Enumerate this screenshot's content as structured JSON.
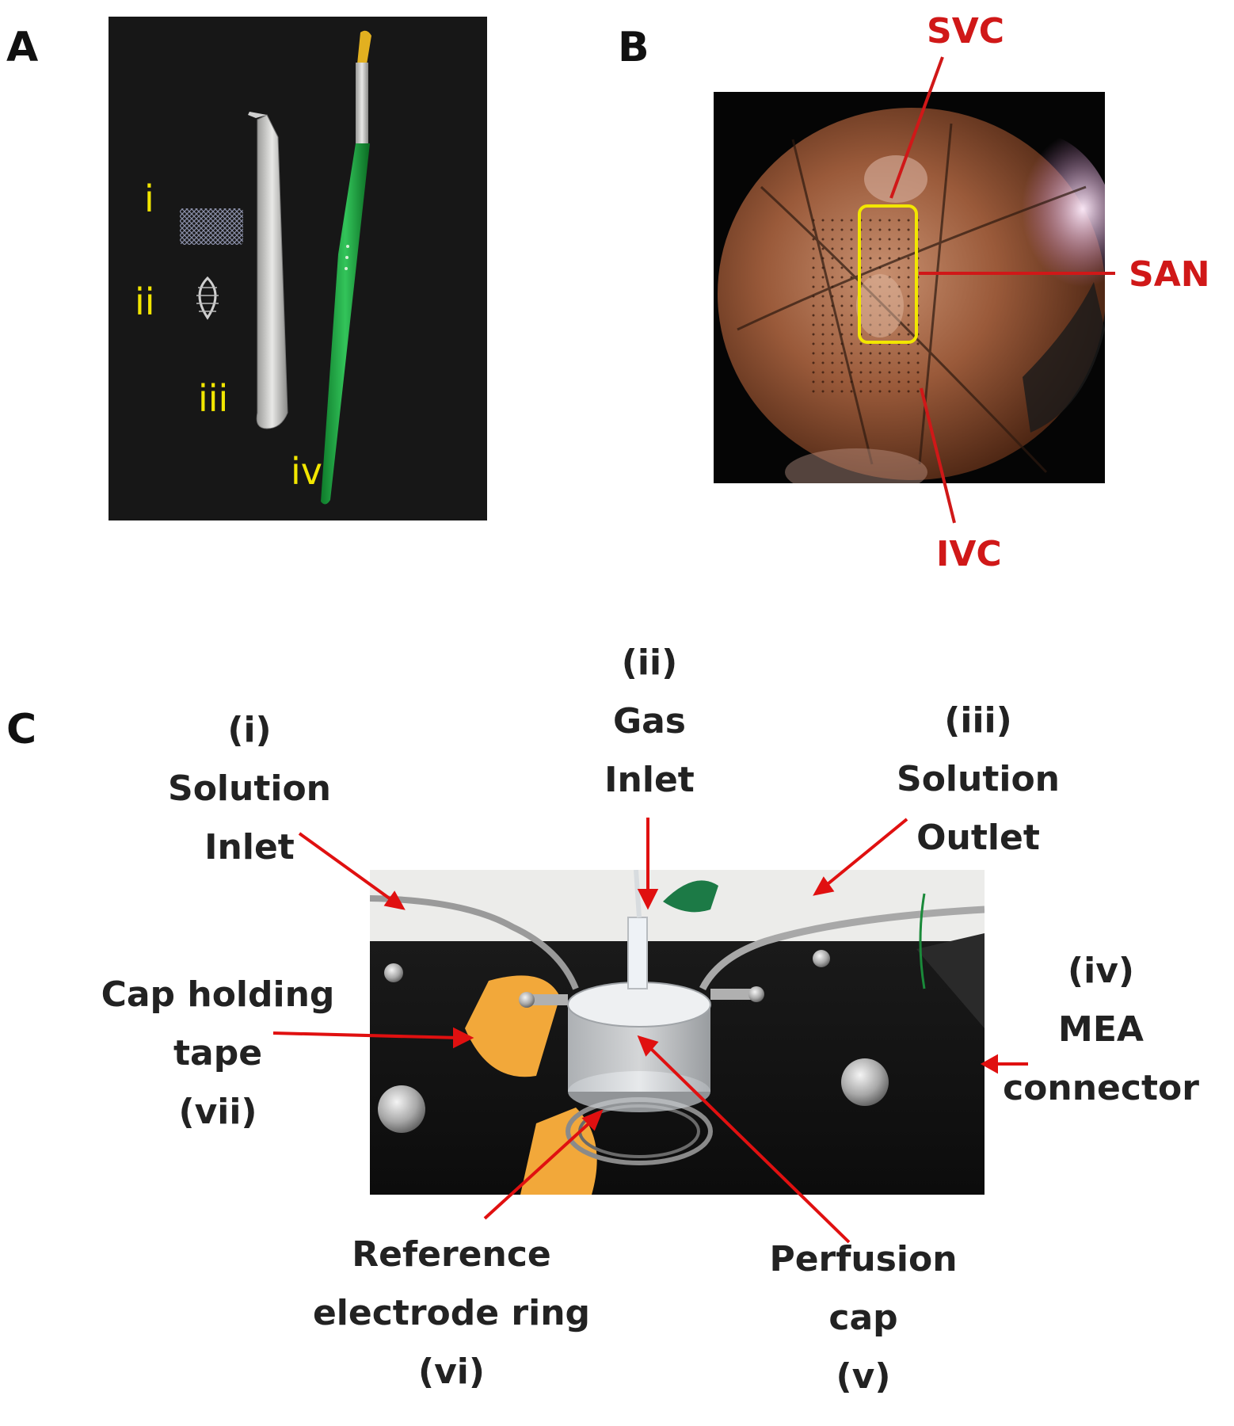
{
  "panels": {
    "a": "A",
    "b": "B",
    "c": "C"
  },
  "panel_a": {
    "labels": [
      "i",
      "ii",
      "iii",
      "iv"
    ],
    "label_color": "#f2e600"
  },
  "panel_b": {
    "labels": {
      "svc": "SVC",
      "san": "SAN",
      "ivc": "IVC"
    },
    "label_color": "#d01818",
    "box_color": "#f2e600"
  },
  "panel_c": {
    "solution_inlet": {
      "num": "(i)",
      "line1": "Solution",
      "line2": "Inlet"
    },
    "gas_inlet": {
      "num": "(ii)",
      "line1": "Gas",
      "line2": "Inlet"
    },
    "solution_outlet": {
      "num": "(iii)",
      "line1": "Solution",
      "line2": "Outlet"
    },
    "mea_connector": {
      "num": "(iv)",
      "line1": "MEA",
      "line2": "connector"
    },
    "perfusion_cap": {
      "line1": "Perfusion",
      "line2": "cap",
      "num": "(v)"
    },
    "reference_ring": {
      "line1": "Reference",
      "line2": "electrode ring",
      "num": "(vi)"
    },
    "cap_tape": {
      "line1": "Cap holding",
      "line2": "tape",
      "num": "(vii)"
    },
    "arrow_color": "#e01010"
  }
}
